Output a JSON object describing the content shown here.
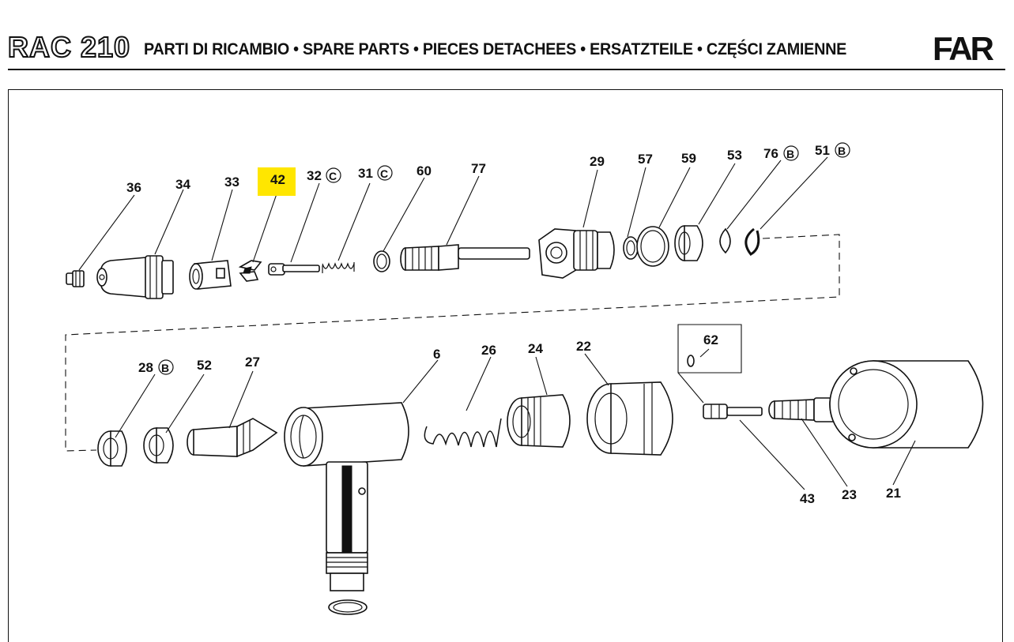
{
  "header": {
    "model": "RAC 210",
    "title": "PARTI DI RICAMBIO • SPARE PARTS • PIECES DETACHEES • ERSATZTEILE • CZĘŚCI ZAMIENNE",
    "logo": "FAR"
  },
  "highlight_color": "#ffe600",
  "callouts": {
    "p36": "36",
    "p34": "34",
    "p33": "33",
    "p42": "42",
    "p32": "32",
    "p32_mark": "C",
    "p31": "31",
    "p31_mark": "C",
    "p60": "60",
    "p77": "77",
    "p29": "29",
    "p57": "57",
    "p59": "59",
    "p53": "53",
    "p76": "76",
    "p76_mark": "B",
    "p51": "51",
    "p51_mark": "B",
    "p28": "28",
    "p28_mark": "B",
    "p52": "52",
    "p27": "27",
    "p6": "6",
    "p26": "26",
    "p24": "24",
    "p22": "22",
    "p62": "62",
    "p62_icon": "O",
    "p43": "43",
    "p23": "23",
    "p21": "21"
  }
}
